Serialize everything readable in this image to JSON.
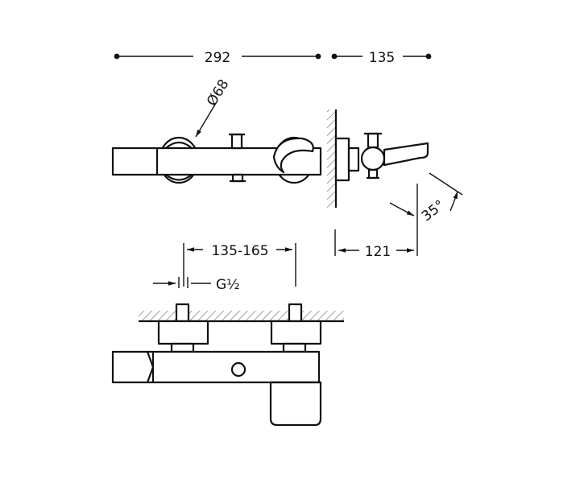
{
  "dimensions": {
    "overall_length": "292",
    "projection": "135",
    "inlet_diameter": "Ø68",
    "inlet_centres": "135-165",
    "thread": "G½",
    "depth": "121",
    "spout_angle": "35°"
  },
  "colors": {
    "line": "#111111",
    "hatch": "#777777",
    "background": "#ffffff"
  }
}
